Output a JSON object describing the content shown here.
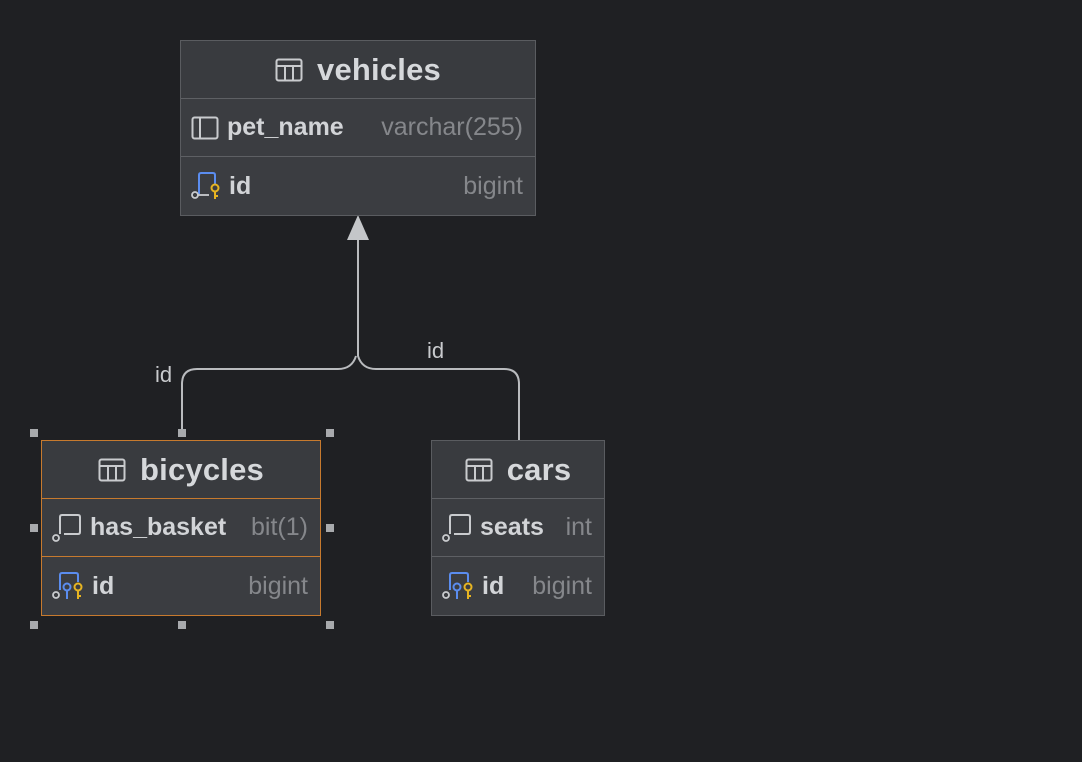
{
  "tables": [
    {
      "name": "vehicles",
      "columns": [
        {
          "name": "pet_name",
          "type": "varchar(255)",
          "icon": "column-icon"
        },
        {
          "name": "id",
          "type": "bigint",
          "icon": "primary-foreign-key-icon"
        }
      ]
    },
    {
      "name": "bicycles",
      "selected": true,
      "columns": [
        {
          "name": "has_basket",
          "type": "bit(1)",
          "icon": "column-not-null-icon"
        },
        {
          "name": "id",
          "type": "bigint",
          "icon": "primary-foreign-key-icon"
        }
      ]
    },
    {
      "name": "cars",
      "columns": [
        {
          "name": "seats",
          "type": "int",
          "icon": "column-not-null-icon"
        },
        {
          "name": "id",
          "type": "bigint",
          "icon": "primary-foreign-key-icon"
        }
      ]
    }
  ],
  "relations": [
    {
      "from": "bicycles",
      "to": "vehicles",
      "label": "id"
    },
    {
      "from": "cars",
      "to": "vehicles",
      "label": "id"
    }
  ],
  "colors": {
    "background": "#1f2023",
    "selection": "#c77a2e",
    "key": "#e6b422",
    "foreign": "#5b8def"
  }
}
